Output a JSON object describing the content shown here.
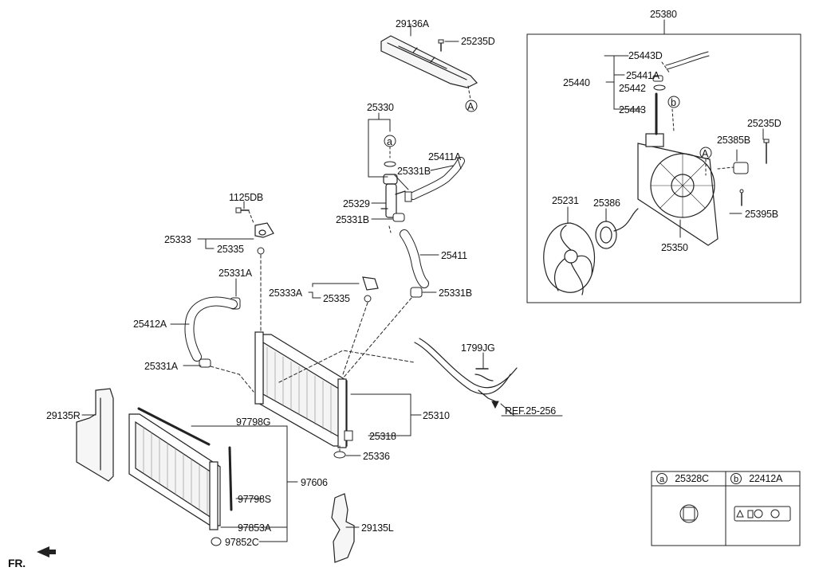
{
  "parts": {
    "p29136A": "29136A",
    "p25235D_top": "25235D",
    "p25330": "25330",
    "p25411A": "25411A",
    "p25331B_1": "25331B",
    "p25329": "25329",
    "p25331B_2": "25331B",
    "p25411": "25411",
    "p25331B_3": "25331B",
    "p1125DB": "1125DB",
    "p25333": "25333",
    "p25335_1": "25335",
    "p25331A_1": "25331A",
    "p25333A": "25333A",
    "p25335_2": "25335",
    "p25412A": "25412A",
    "p25331A_2": "25331A",
    "p1799JG": "1799JG",
    "p25310": "25310",
    "p25318": "25318",
    "p25336": "25336",
    "p29135R": "29135R",
    "p97798G": "97798G",
    "p97606": "97606",
    "p97798S": "97798S",
    "p97853A": "97853A",
    "p97852C": "97852C",
    "p29135L": "29135L",
    "p25380": "25380",
    "p25443D": "25443D",
    "p25441A": "25441A",
    "p25440": "25440",
    "p25442": "25442",
    "p25443": "25443",
    "p25235D_right": "25235D",
    "p25385B": "25385B",
    "p25231": "25231",
    "p25386": "25386",
    "p25395B": "25395B",
    "p25350": "25350"
  },
  "reference": "REF.25-256",
  "markers": {
    "a": "a",
    "b": "b",
    "A": "A"
  },
  "legend": {
    "a_marker": "a",
    "a_part": "25328C",
    "b_marker": "b",
    "b_part": "22412A"
  },
  "front_label": "FR."
}
